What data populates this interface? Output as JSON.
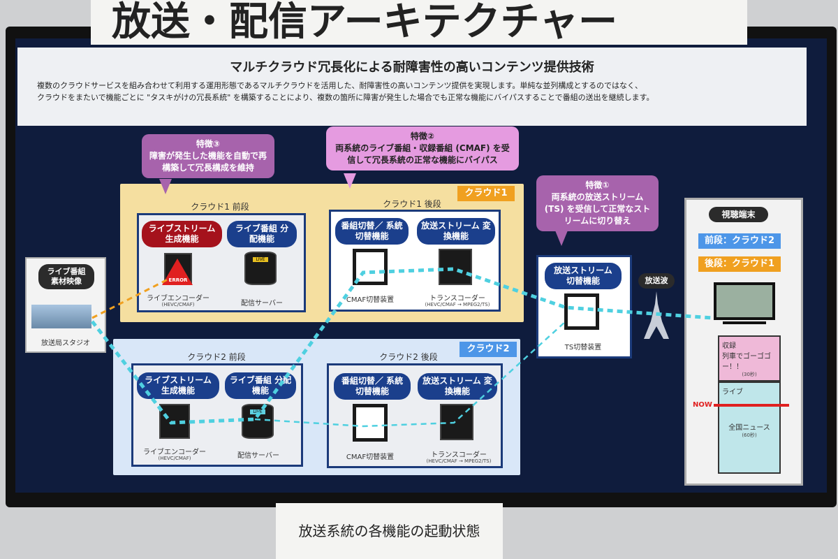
{
  "sign_top": "放送・配信アーキテクチャー",
  "header": {
    "title": "マルチクラウド冗長化による耐障害性の高いコンテンツ提供技術",
    "line1": "複数のクラウドサービスを組み合わせて利用する運用形態であるマルチクラウドを活用した、耐障害性の高いコンテンツ提供を実現します。単純な並列構成とするのではなく、",
    "line2": "クラウドをまたいで機能ごとに \"タスキがけの冗長系統\" を構築することにより、複数の箇所に障害が発生した場合でも正常な機能にバイパスすることで番組の送出を継続します。"
  },
  "features": [
    {
      "title": "特徴③",
      "text": "障害が発生した機能を自動で再構築して冗長構成を維持"
    },
    {
      "title": "特徴②",
      "text": "両系統のライブ番組・収録番組 (CMAF) を受信して冗長系統の正常な機能にバイパス"
    },
    {
      "title": "特徴①",
      "text": "両系統の放送ストリーム (TS) を受信して正常なストリームに切り替え"
    }
  ],
  "studio": {
    "pill": "ライブ番組 素材映像",
    "label": "放送局スタジオ"
  },
  "cloud1": {
    "tag": "クラウド1",
    "front": "クラウド1 前段",
    "back": "クラウド1 後段",
    "error": "ERROR"
  },
  "cloud2": {
    "tag": "クラウド2",
    "front": "クラウド2 前段",
    "back": "クラウド2 後段"
  },
  "functions": {
    "live_gen": "ライブストリーム 生成機能",
    "live_dist": "ライブ番組 分配機能",
    "switch": "番組切替／ 系統切替機能",
    "convert": "放送ストリーム 変換機能",
    "ts_switch": "放送ストリーム 切替機能"
  },
  "devices": {
    "encoder": "ライブエンコーダー",
    "encoder_sub": "(HEVC/CMAF)",
    "server": "配信サーバー",
    "cmaf": "CMAF切替装置",
    "transcoder": "トランスコーダー",
    "transcoder_sub": "(HEVC/CMAF → MPEG2/TS)",
    "ts": "TS切替装置",
    "live": "LIVE"
  },
  "broadcast": "放送波",
  "viewer": {
    "title": "視聴端末",
    "front": "前段：クラウド2",
    "back": "後段：クラウド1",
    "schedule": [
      {
        "label": "収録",
        "name": "列車でゴーゴゴー！！",
        "duration": "(30秒)"
      },
      {
        "label": "ライブ",
        "name": "全国ニュース",
        "duration": "(60秒)"
      }
    ],
    "now": "NOW"
  },
  "bottom_sign": "放送系統の各機能の起動状態",
  "colors": {
    "screen": "#0f1c3d",
    "cloud1": "#f5dfa0",
    "cloud2": "#d9e7f8",
    "accent_line": "#4fd0e0",
    "error": "#a5121c",
    "pill": "#1b3f8c"
  }
}
